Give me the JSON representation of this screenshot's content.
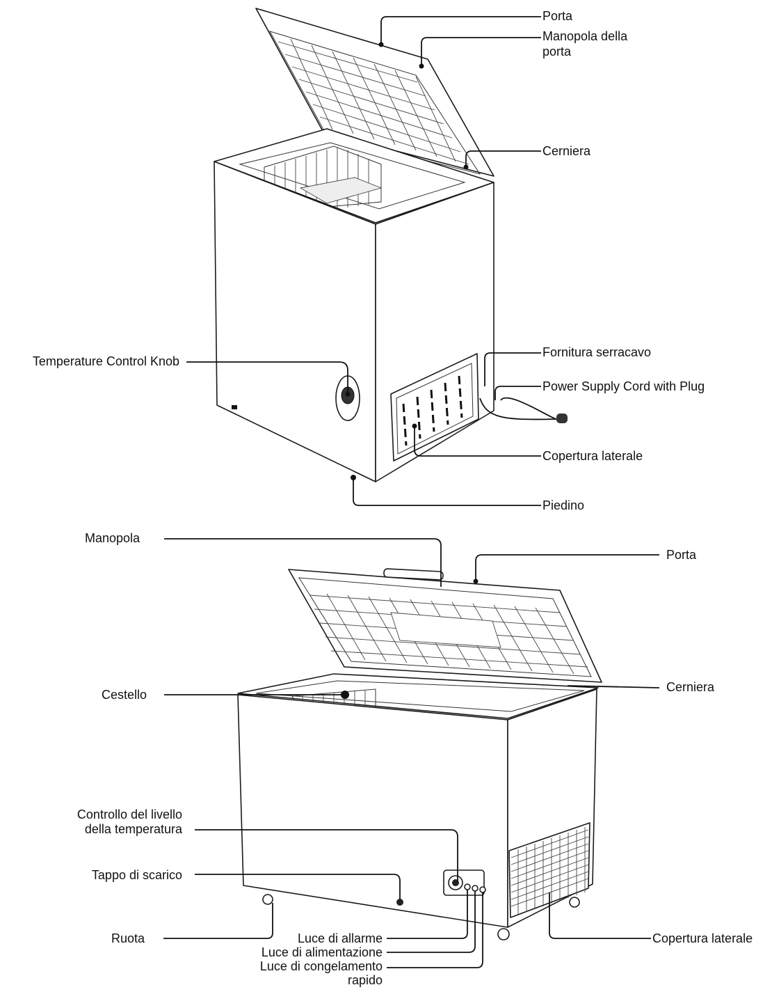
{
  "top_diagram": {
    "labels": {
      "door": "Porta",
      "door_handle": [
        "Manopola della",
        "porta"
      ],
      "hinge": "Cerniera",
      "temp_knob": "Temperature Control Knob",
      "cable_clamp": "Fornitura serracavo",
      "power_cord": "Power Supply Cord with Plug",
      "side_cover": "Copertura laterale",
      "foot": "Piedino"
    }
  },
  "bottom_diagram": {
    "labels": {
      "handle": "Manopola",
      "door": "Porta",
      "basket": "Cestello",
      "hinge": "Cerniera",
      "temp_level": [
        "Controllo del livello",
        "della temperatura"
      ],
      "drain_plug": "Tappo di scarico",
      "wheel": "Ruota",
      "alarm_light": "Luce di allarme",
      "power_light": "Luce di alimentazione",
      "fast_freeze_light": [
        "Luce di congelamento",
        "rapido"
      ],
      "side_cover": "Copertura laterale"
    }
  }
}
